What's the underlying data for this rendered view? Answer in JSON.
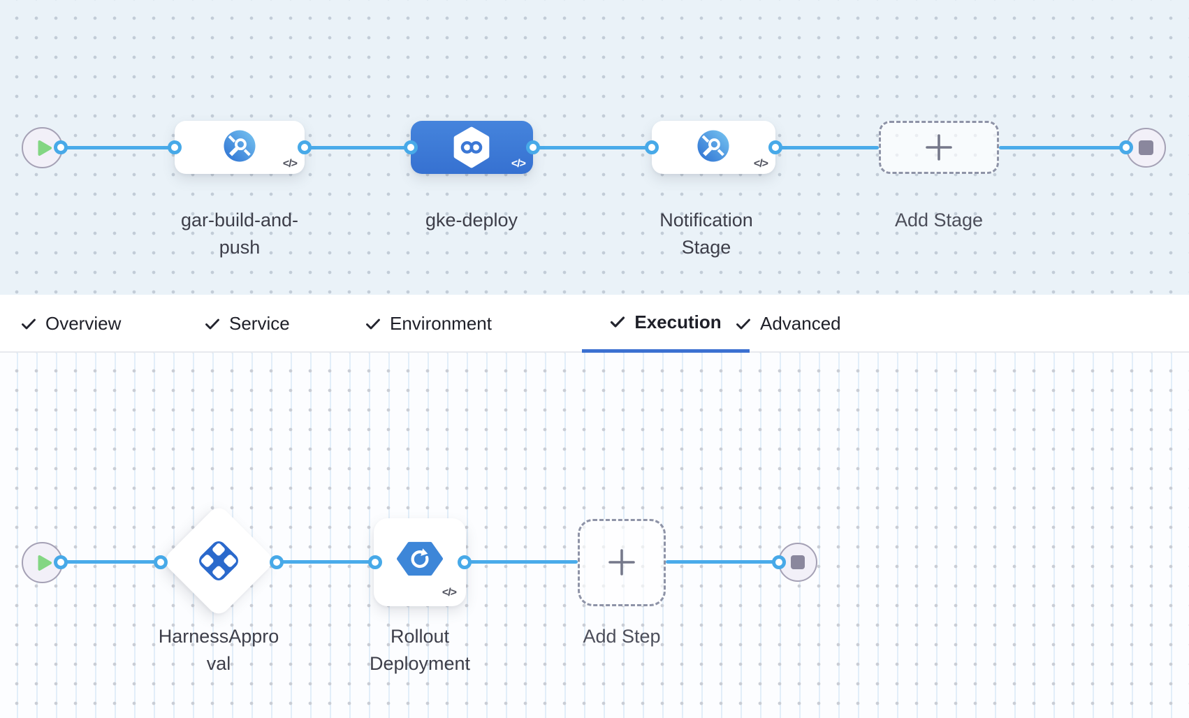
{
  "colors": {
    "connector_blue": "#4aabea",
    "port_ring_blue": "#47a9e8",
    "selected_stage_blue": "#3b77d6",
    "active_tab_underline": "#3b70d1",
    "approval_icon_blue": "#2a69cc",
    "rollout_icon_blue": "#3d86d8",
    "gar_icon_gradient_light": "#79c7f2",
    "gar_icon_gradient_dark": "#2b6ed1",
    "play_green": "#83d683",
    "terminal_node_fill": "#f2f0f8",
    "terminal_node_border": "#a5a1b5",
    "canvas_top_bg": "#eaf2f8",
    "canvas_bottom_bg": "#fcfdff",
    "label_text": "#3d3e49"
  },
  "stage_pipeline": {
    "start_node": "play",
    "end_node": "stop",
    "stages": [
      {
        "label": "gar-build-and-push",
        "icon": "artifact-registry-search-icon",
        "selected": false,
        "code_toggle": "</>"
      },
      {
        "label": "gke-deploy",
        "icon": "cd-hexagon-infinity-icon",
        "selected": true,
        "code_toggle": "</>"
      },
      {
        "label": "Notification Stage",
        "icon": "artifact-registry-search-icon",
        "selected": false,
        "code_toggle": "</>"
      }
    ],
    "add_stage_label": "Add Stage"
  },
  "tab_bar": {
    "tabs": [
      {
        "label": "Overview",
        "checked": true,
        "active": false
      },
      {
        "label": "Service",
        "checked": true,
        "active": false
      },
      {
        "label": "Environment",
        "checked": true,
        "active": false
      },
      {
        "label": "Execution",
        "checked": true,
        "active": true
      },
      {
        "label": "Advanced",
        "checked": true,
        "active": false
      }
    ]
  },
  "execution_flow": {
    "start_node": "play",
    "end_node": "stop",
    "steps": [
      {
        "label": "HarnessApproval",
        "icon": "approval-diamond-checker-icon",
        "shape": "diamond"
      },
      {
        "label": "Rollout Deployment",
        "icon": "rollout-hexagon-refresh-icon",
        "shape": "card",
        "code_toggle": "</>"
      }
    ],
    "add_step_label": "Add Step"
  }
}
